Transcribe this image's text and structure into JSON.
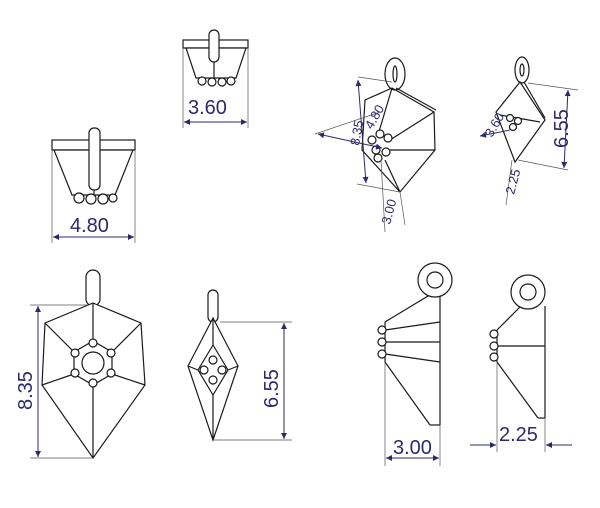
{
  "title": "Pendant technical drawing",
  "colors": {
    "dimension": "#2b2a6b",
    "outline": "#1a1a1a"
  },
  "views": {
    "top_small": {
      "dimension": "3.60"
    },
    "top_large": {
      "dimension": "4.80"
    },
    "iso_large": {
      "height": "8.35",
      "width": "4.80",
      "depth": "3.00"
    },
    "iso_small": {
      "height": "6.55",
      "width": "3.60",
      "depth": "2.25"
    },
    "front_large": {
      "dimension": "8.35"
    },
    "front_small": {
      "dimension": "6.55"
    },
    "side_large": {
      "dimension": "3.00"
    },
    "side_small": {
      "dimension": "2.25"
    }
  }
}
